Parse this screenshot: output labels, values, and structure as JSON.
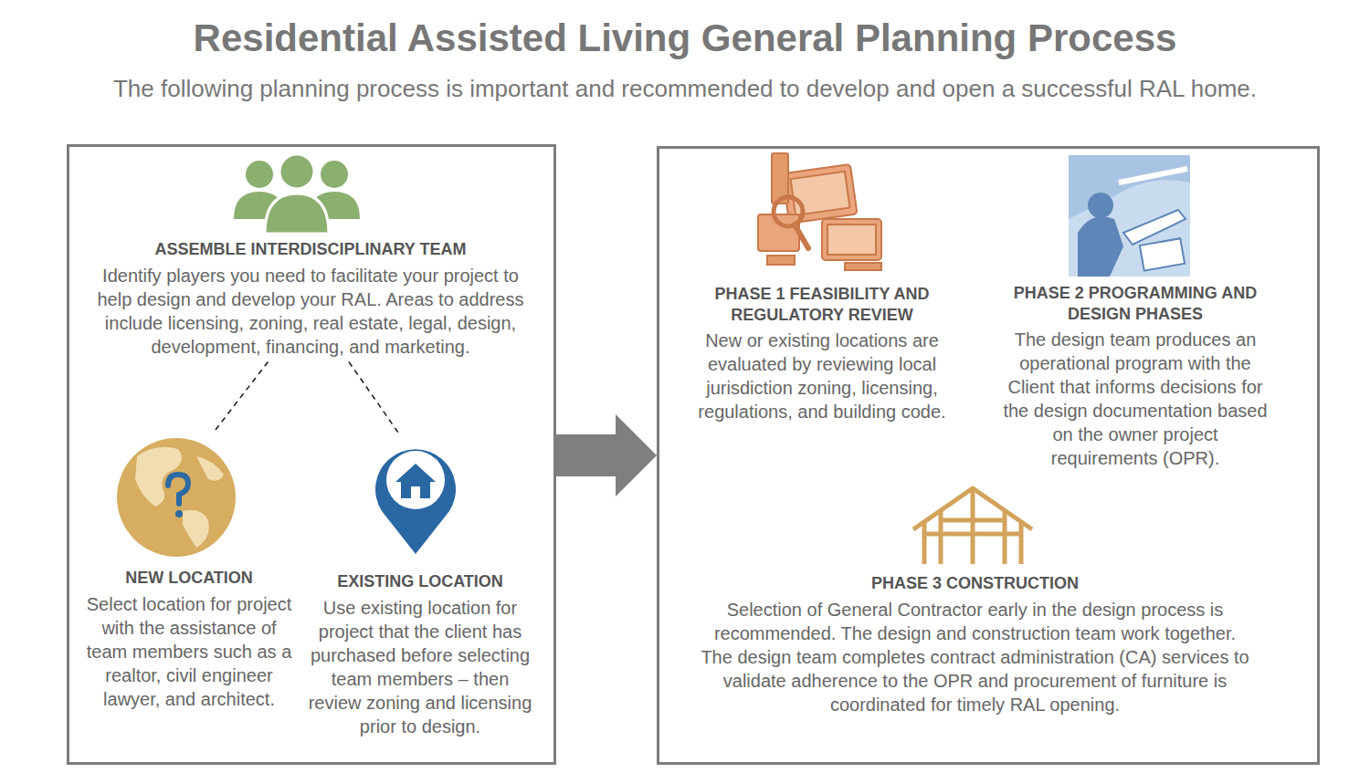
{
  "diagram": {
    "title": "Residential Assisted Living General Planning Process",
    "nodes": [
      {
        "text": []
      },
      {
        "text": [
          "ASSEMBLE INTERDISCIPLINARY TEAM",
          "Identify players you need to facilitate your project to help design and develop your RAL. Areas to address include licensing, zoning, real estate, legal, design, development, financing, and marketing."
        ],
        "in": 0
      },
      {
        "text": [
          "NEW LOCATION",
          "Select location for project with the assistance of team members such as a realtor, civil engineer lawyer, and architect."
        ],
        "in": 0
      },
      {
        "text": [
          "EXISTING LOCATION",
          "Use existing location for project that the client has purchased before selecting team members – then review zoning and licensing prior to design."
        ],
        "in": 0
      },
      {
        "text": []
      },
      {
        "text": [
          "PHASE 1 FEASIBILITY AND REGULATORY REVIEW",
          "New or existing locations are evaluated by reviewing local jurisdiction zoning, licensing, regulations, and building code."
        ],
        "in": 4
      },
      {
        "text": [
          "PHASE 2 PROGRAMMING AND DESIGN PHASES",
          "The design team produces an operational program with the Client that informs decisions for the design documentation based on the owner project requirements (OPR)."
        ],
        "in": 4
      },
      {
        "text": [
          "PHASE 3 CONSTRUCTION",
          "Selection of General Contractor early in the design process is recommended. The design and construction team work together. The design team completes contract administration (CA) services to validate adherence to the OPR and procurement of furniture is coordinated for timely RAL opening."
        ],
        "in": 4
      }
    ],
    "edges": [
      {
        "from": 1,
        "to": 2,
        "arrow": "none"
      },
      {
        "from": 1,
        "to": 3,
        "arrow": "none"
      },
      {
        "from": 0,
        "to": 4,
        "arrow": "to"
      }
    ],
    "labels": [
      "The following planning process is important and recommended to develop and open a successful RAL home."
    ]
  }
}
